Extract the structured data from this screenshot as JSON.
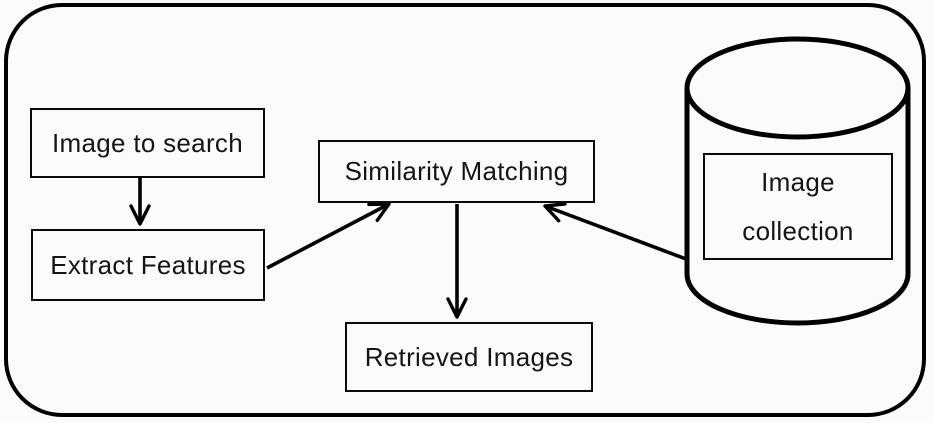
{
  "diagram": {
    "type": "flow-diagram",
    "colors": {
      "background": "#fbfbfb",
      "stroke": "#000000",
      "text": "#151515"
    },
    "nodes": {
      "image_to_search": {
        "label": "Image to search",
        "shape": "rectangle"
      },
      "extract_features": {
        "label": "Extract Features",
        "shape": "rectangle"
      },
      "similarity_matching": {
        "label": "Similarity Matching",
        "shape": "rectangle"
      },
      "retrieved_images": {
        "label": "Retrieved Images",
        "shape": "rectangle"
      },
      "image_collection": {
        "label": "Image collection",
        "shape": "rectangle-inside-database-cylinder"
      }
    },
    "edges": [
      {
        "from": "Image to search",
        "to": "Extract Features"
      },
      {
        "from": "Extract Features",
        "to": "Similarity Matching"
      },
      {
        "from": "Image collection",
        "to": "Similarity Matching"
      },
      {
        "from": "Similarity Matching",
        "to": "Retrieved Images"
      }
    ]
  }
}
